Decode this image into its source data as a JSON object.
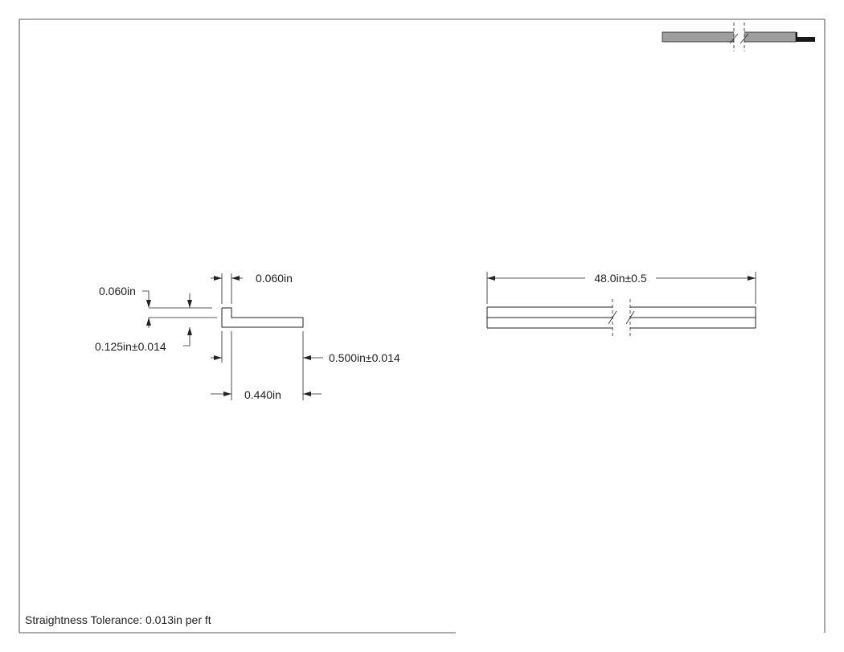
{
  "drawing": {
    "section_dims": {
      "flange_thickness": "0.060in",
      "lip_width": "0.060in",
      "total_height": "0.125in±0.014",
      "total_width": "0.500in±0.014",
      "leg_length": "0.440in"
    },
    "length_view": {
      "length": "48.0in±0.5"
    },
    "notes": {
      "straightness": "Straightness Tolerance: 0.013in per ft"
    },
    "colors": {
      "line": "#222222",
      "thumbnail_fill": "#9e9e9e",
      "thumbnail_dark": "#1a1a1a"
    }
  }
}
